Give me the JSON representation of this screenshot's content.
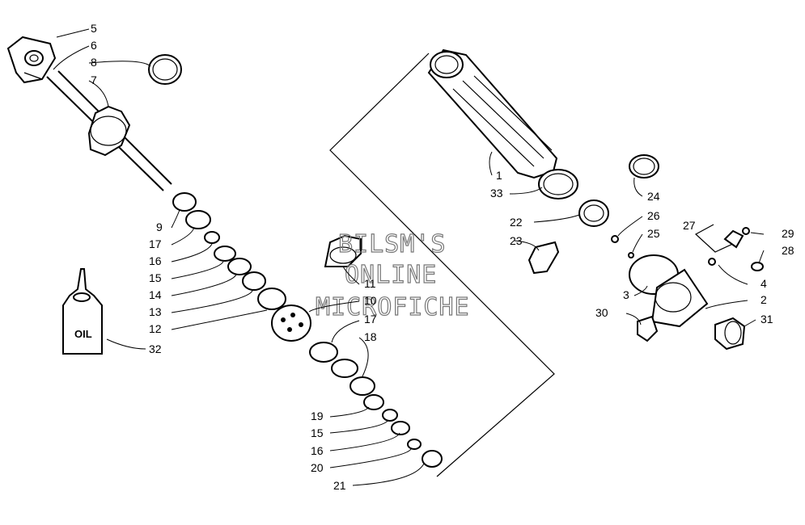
{
  "watermark": {
    "line1": "BILSM'S",
    "line2": "ONLINE",
    "line3": "MICROFICHE"
  },
  "bottle_label": "OIL",
  "callouts": {
    "c5": "5",
    "c6": "6",
    "c8": "8",
    "c7": "7",
    "c9": "9",
    "c17a": "17",
    "c16a": "16",
    "c15a": "15",
    "c14": "14",
    "c13": "13",
    "c12": "12",
    "c32": "32",
    "c11": "11",
    "c10": "10",
    "c17b": "17",
    "c18": "18",
    "c19": "19",
    "c15b": "15",
    "c16b": "16",
    "c20": "20",
    "c21": "21",
    "c1": "1",
    "c33": "33",
    "c24": "24",
    "c22": "22",
    "c26": "26",
    "c23": "23",
    "c25": "25",
    "c27": "27",
    "c29": "29",
    "c28": "28",
    "c4": "4",
    "c3": "3",
    "c2": "2",
    "c30": "30",
    "c31": "31"
  }
}
